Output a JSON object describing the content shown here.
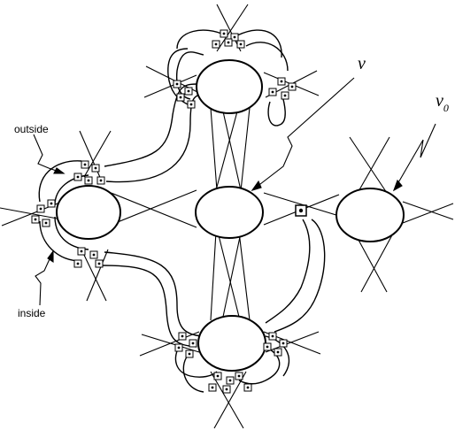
{
  "labels": {
    "outside": "outside",
    "inside": "inside",
    "v": "v",
    "v0_main": "v",
    "v0_sub": "0"
  }
}
